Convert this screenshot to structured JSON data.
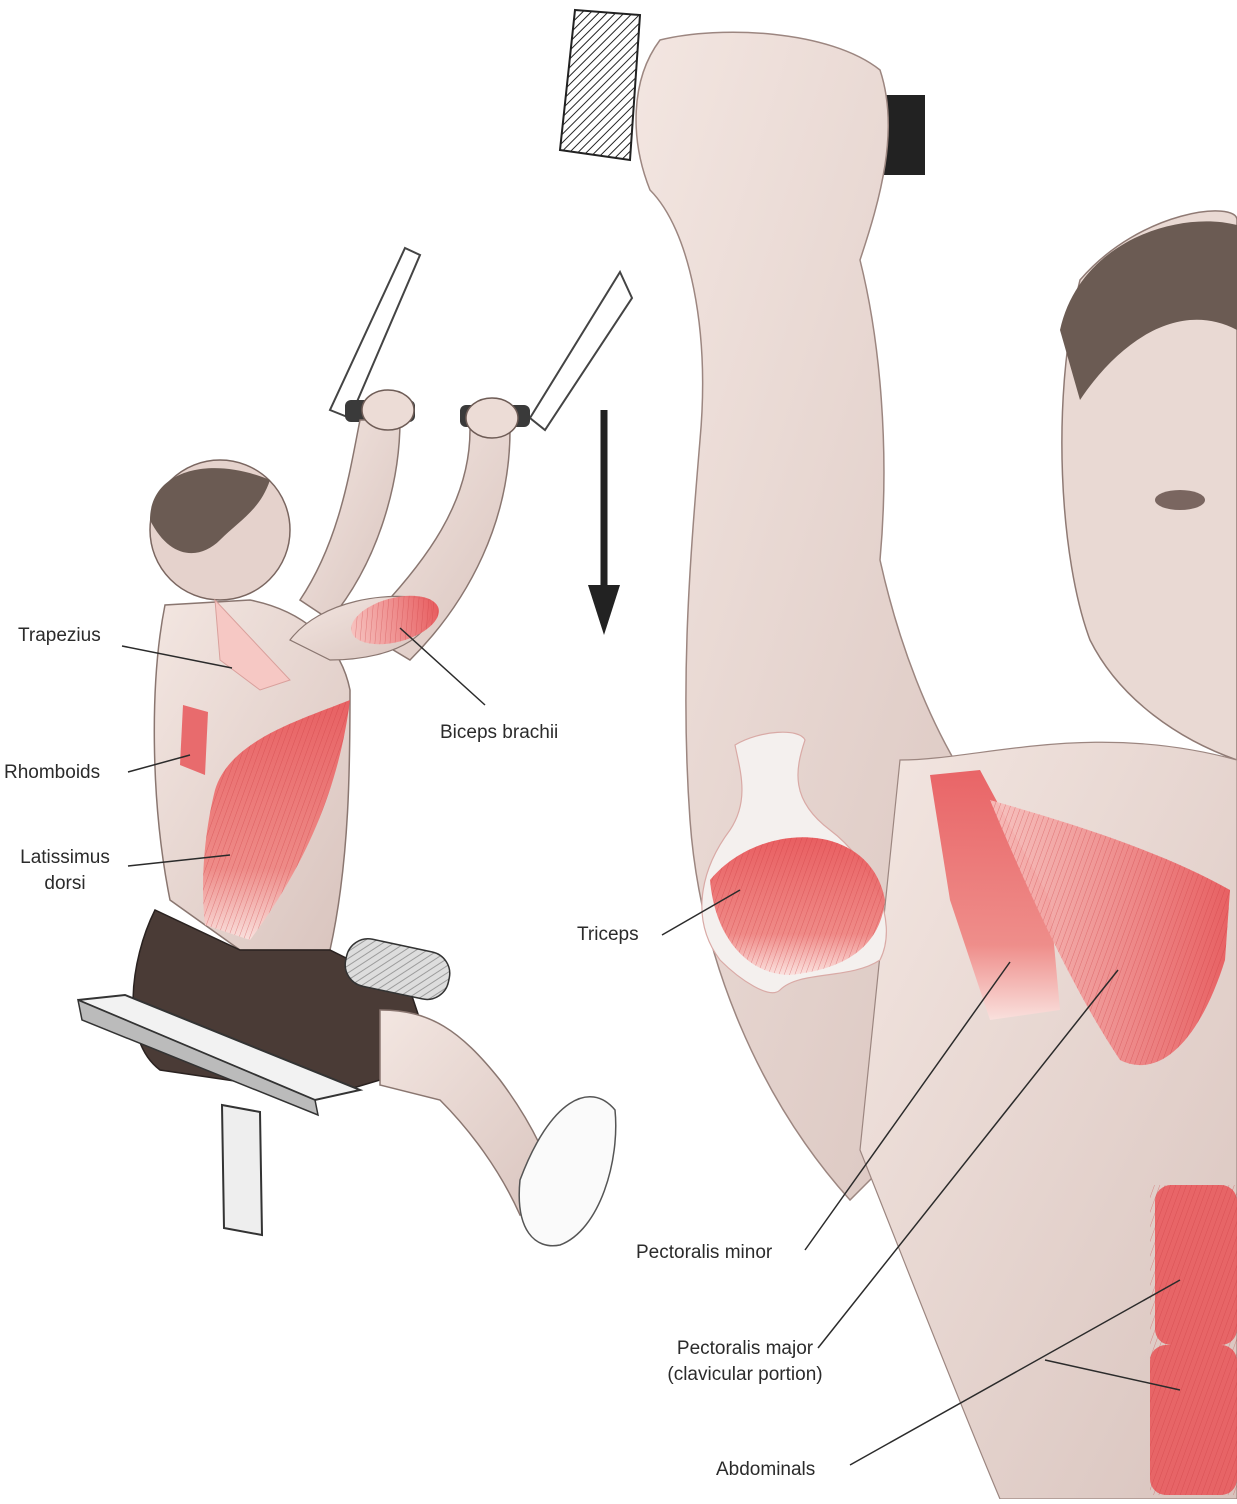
{
  "labels": {
    "trapezius": "Trapezius",
    "rhomboids": "Rhomboids",
    "latissimus_line1": "Latissimus",
    "latissimus_line2": "dorsi",
    "biceps": "Biceps brachii",
    "triceps": "Triceps",
    "pectoralis_minor": "Pectoralis minor",
    "pectoralis_major_line1": "Pectoralis major",
    "pectoralis_major_line2": "(clavicular portion)",
    "abdominals": "Abdominals"
  },
  "colors": {
    "skin": "#eedfda",
    "skin_shadow": "#c9b3ad",
    "muscle": "#e8575a",
    "muscle_light": "#f4a6a3",
    "hair": "#6b5b53",
    "shorts": "#4a3b36",
    "line": "#2b2b2b",
    "equipment": "#3a3a3a"
  }
}
